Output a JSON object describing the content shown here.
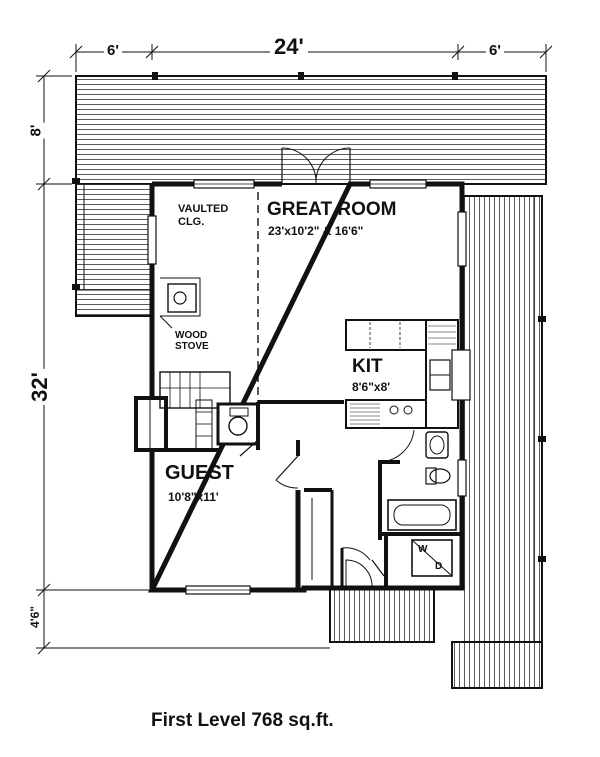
{
  "dimensions": {
    "left_deck_width": "6'",
    "overall_width": "24'",
    "right_deck_width": "6'",
    "top_deck_depth": "8'",
    "overall_depth": "32'",
    "entry_deck_depth": "4'6\""
  },
  "rooms": {
    "great_room": {
      "name": "GREAT ROOM",
      "size": "23'x10'2\" & 16'6\""
    },
    "vaulted": {
      "line1": "VAULTED",
      "line2": "CLG."
    },
    "wood_stove": {
      "line1": "WOOD",
      "line2": "STOVE"
    },
    "kitchen": {
      "name": "KIT",
      "size": "8'6\"x8'"
    },
    "guest": {
      "name": "GUEST",
      "size": "10'8\"x11'"
    },
    "laundry": {
      "line1": "W",
      "line2": "D"
    }
  },
  "caption": "First Level 768 sq.ft."
}
